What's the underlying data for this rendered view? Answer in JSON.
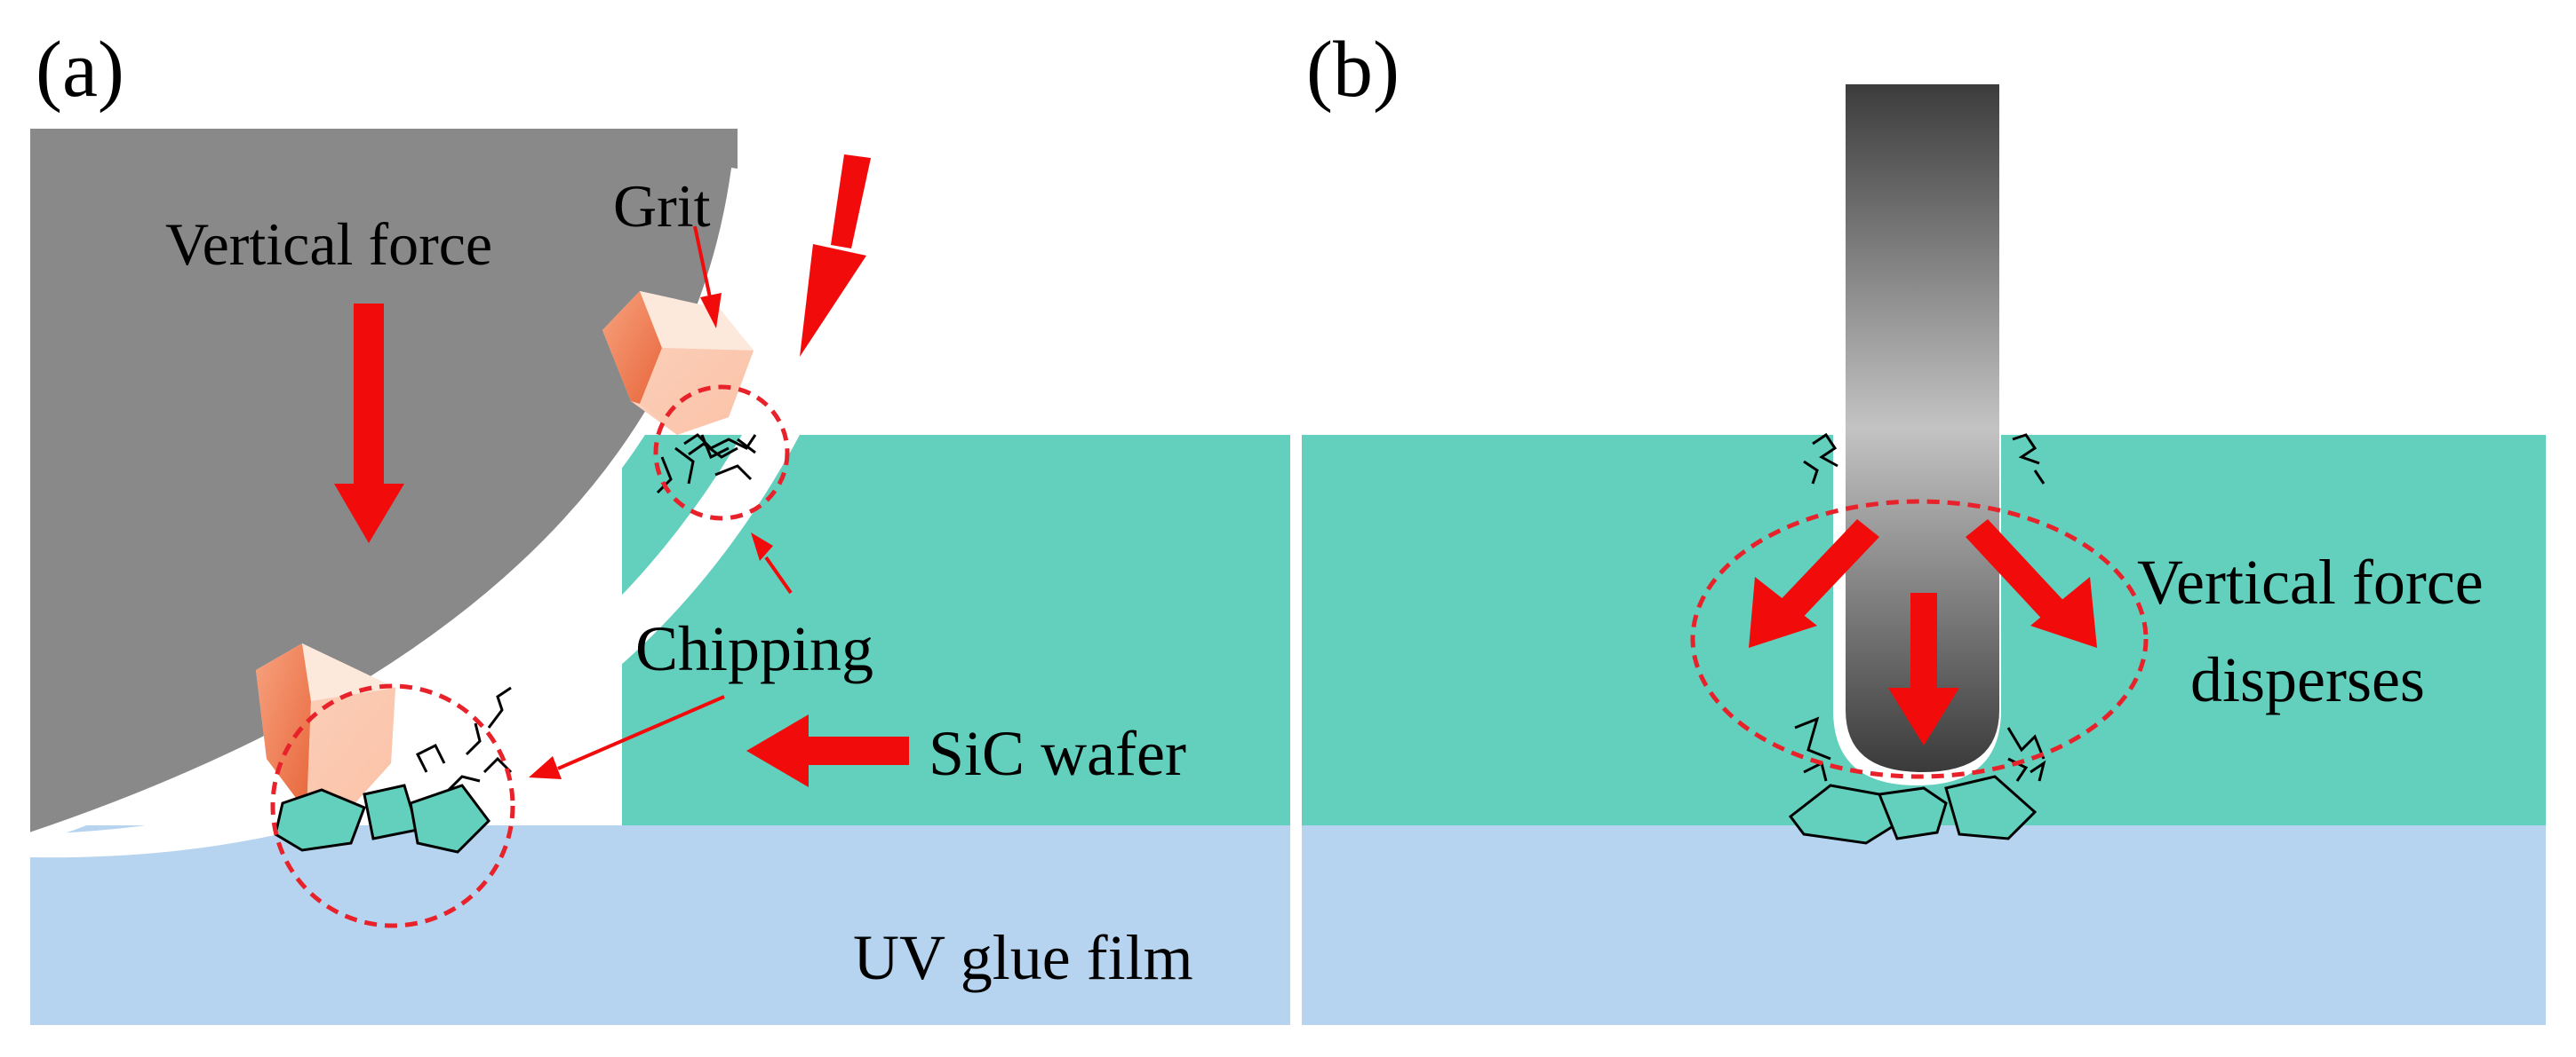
{
  "panels": {
    "a": {
      "label": "(a)",
      "vertical_force": "Vertical force",
      "grit": "Grit",
      "chipping": "Chipping",
      "sic_wafer": "SiC wafer",
      "uv_glue_film": "UV glue film"
    },
    "b": {
      "label": "(b)",
      "force_line1": "Vertical force",
      "force_line2": "disperses"
    }
  },
  "colors": {
    "blade": "#898989",
    "wafer": "#63cfbd",
    "glue": "#b6d4ef",
    "arrow": "#f20b0b",
    "grit_light": "#fde0d1",
    "grit_mid": "#f9b39a",
    "grit_dark": "#f07b52",
    "tool_dark": "#3c3c3c",
    "tool_light": "#bfbfbf"
  }
}
